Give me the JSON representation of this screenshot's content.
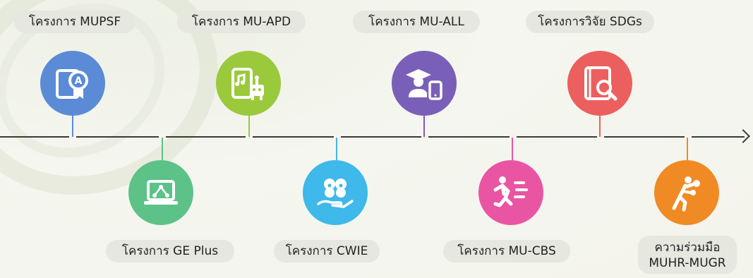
{
  "projects": [
    {
      "label": "โครงการ MUPSF",
      "icon": "certificate-tablet-icon",
      "color": "#5b8bd6"
    },
    {
      "label": "โครงการ GE Plus",
      "icon": "laptop-network-icon",
      "color": "#5cc287"
    },
    {
      "label": "โครงการ MU-APD",
      "icon": "music-robot-icon",
      "color": "#9bc93c"
    },
    {
      "label": "โครงการ CWIE",
      "icon": "brain-hand-icon",
      "color": "#3fb8ea"
    },
    {
      "label": "โครงการ MU-ALL",
      "icon": "graduate-phone-icon",
      "color": "#7a5fb8"
    },
    {
      "label": "โครงการ MU-CBS",
      "icon": "running-person-icon",
      "color": "#e955a3"
    },
    {
      "label": "โครงการวิจัย SDGs",
      "icon": "book-search-icon",
      "color": "#ec5f5f"
    },
    {
      "label_line1": "ความร่วมมือ",
      "label_line2": "MUHR-MUGR",
      "icon": "boxing-person-icon",
      "color": "#f08a24"
    }
  ]
}
